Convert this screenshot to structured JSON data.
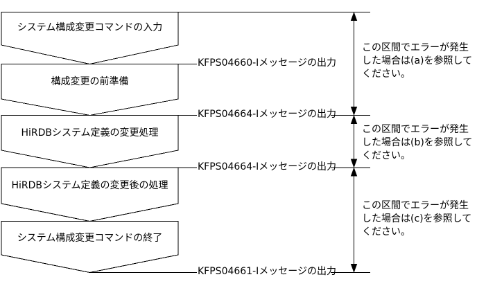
{
  "diagram": {
    "title": "system-configuration-change-flow",
    "colors": {
      "background": "#ffffff",
      "line": "#000000",
      "text": "#000000"
    },
    "steps": [
      {
        "label": "システム構成変更コマンドの入力"
      },
      {
        "label": "構成変更の前準備"
      },
      {
        "label": "HiRDBシステム定義の変更処理"
      },
      {
        "label": "HiRDBシステム定義の変更後の処理"
      },
      {
        "label": "システム構成変更コマンドの終了"
      }
    ],
    "messages": [
      {
        "label": "KFPS04660-Iメッセージの出力"
      },
      {
        "label": "KFPS04664-Iメッセージの出力"
      },
      {
        "label": "KFPS04664-Iメッセージの出力"
      },
      {
        "label": "KFPS04661-Iメッセージの出力"
      }
    ],
    "notes": [
      {
        "lines": [
          "この区間でエラーが発生",
          "した場合は(a)を参照して",
          "ください。"
        ]
      },
      {
        "lines": [
          "この区間でエラーが発生",
          "した場合は(b)を参照して",
          "ください。"
        ]
      },
      {
        "lines": [
          "この区間でエラーが発生",
          "した場合は(c)を参照して",
          "ください。"
        ]
      }
    ]
  }
}
